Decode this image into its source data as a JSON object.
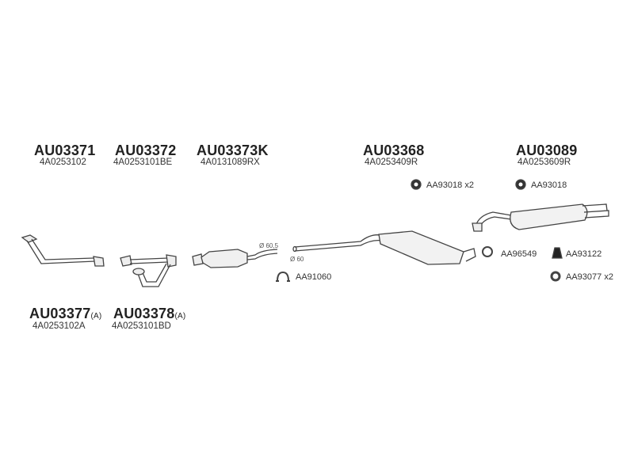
{
  "parts_top": [
    {
      "code": "AU03371",
      "ref": "4A0253102"
    },
    {
      "code": "AU03372",
      "ref": "4A0253101BE"
    },
    {
      "code": "AU03373K",
      "ref": "4A0131089RX"
    },
    {
      "code": "AU03368",
      "ref": "4A0253409R"
    },
    {
      "code": "AU03089",
      "ref": "4A0253609R"
    }
  ],
  "parts_bottom": [
    {
      "code": "AU03377",
      "suffix": "(A)",
      "ref": "4A0253102A"
    },
    {
      "code": "AU03378",
      "suffix": "(A)",
      "ref": "4A0253101BD"
    }
  ],
  "accessories": {
    "rubber_mount_1": "AA93018 x2",
    "rubber_mount_2": "AA93018",
    "ring": "AA96549",
    "buffer": "AA93122",
    "gasket": "AA93077 x2",
    "clamp": "AA91060"
  },
  "dimensions": {
    "d1": "Ø 60,5",
    "d2": "Ø 60"
  }
}
